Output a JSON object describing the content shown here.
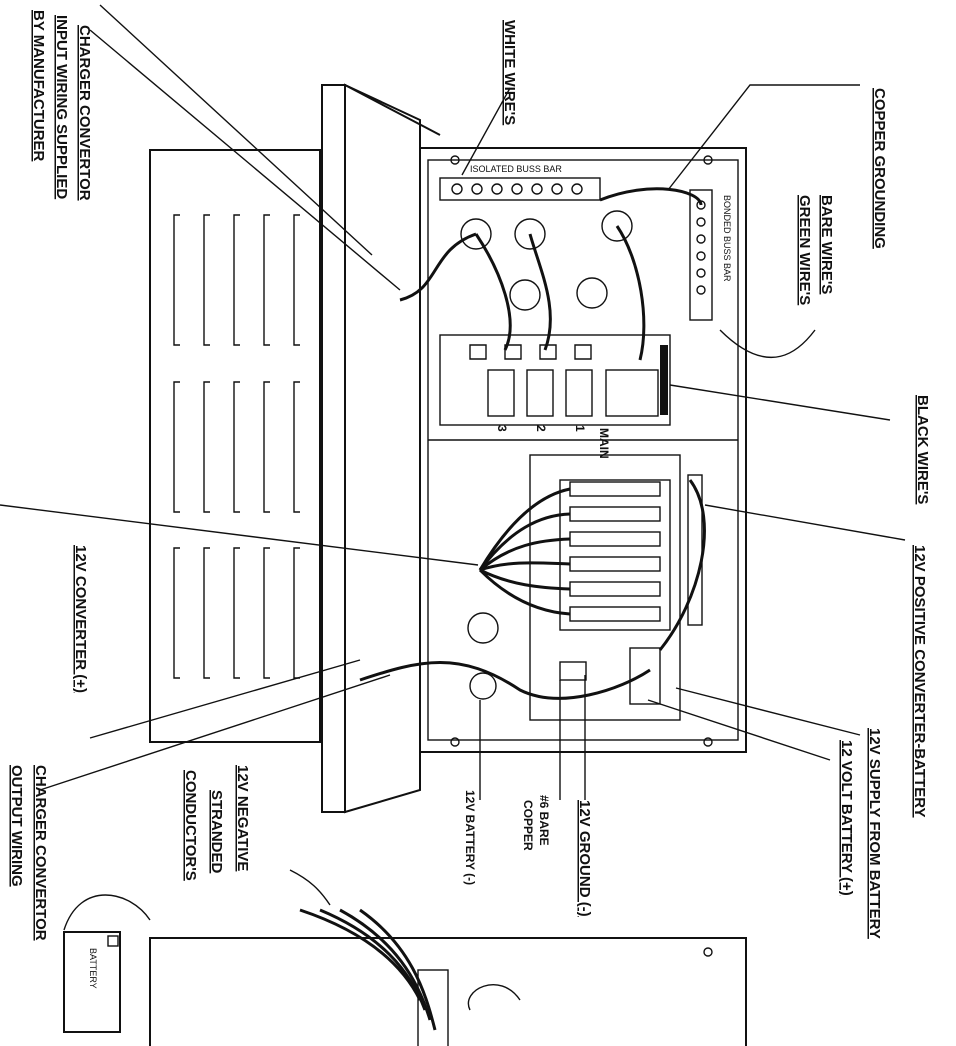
{
  "labels": {
    "white_wire": "WHITE WIRE'S",
    "copper_grounding": "COPPER GROUNDING",
    "bare_wire": "BARE WIRE'S",
    "green_wire": "GREEN WIRE'S",
    "black_wire": "BLACK WIRE'S",
    "charger_input_1": "CHARGER CONVERTOR",
    "charger_input_2": "INPUT WIRING SUPPLIED",
    "charger_input_3": "BY MANUFACTURER",
    "converter_positive": "12V CONVERTER (+)",
    "positive_converter_battery": "12V POSITIVE CONVERTER-BATTERY",
    "supply_from_battery": "12V SUPPLY FROM BATTERY",
    "volt_battery": "12 VOLT BATTERY (+)",
    "charger_output_1": "CHARGER CONVERTOR",
    "charger_output_2": "OUTPUT WIRING",
    "negative_conductor_1": "12V NEGATIVE",
    "negative_conductor_2": "STRANDED",
    "negative_conductor_3": "CONDUCTOR'S",
    "battery_neg": "12V BATTERY (-)",
    "bare_copper_1": "#6 BARE",
    "bare_copper_2": "COPPER",
    "ground_neg": "12V GROUND (-)",
    "isolated_buss_bar": "ISOLATED BUSS BAR",
    "bonded_buss_bar": "BONDED BUSS BAR",
    "main": "MAIN",
    "breaker_1": "1",
    "breaker_2": "2",
    "breaker_3": "3",
    "battery_box": "BATTERY"
  },
  "icons": [
    "panel-box",
    "buss-bar",
    "breaker",
    "fuse-block",
    "battery-icon"
  ]
}
